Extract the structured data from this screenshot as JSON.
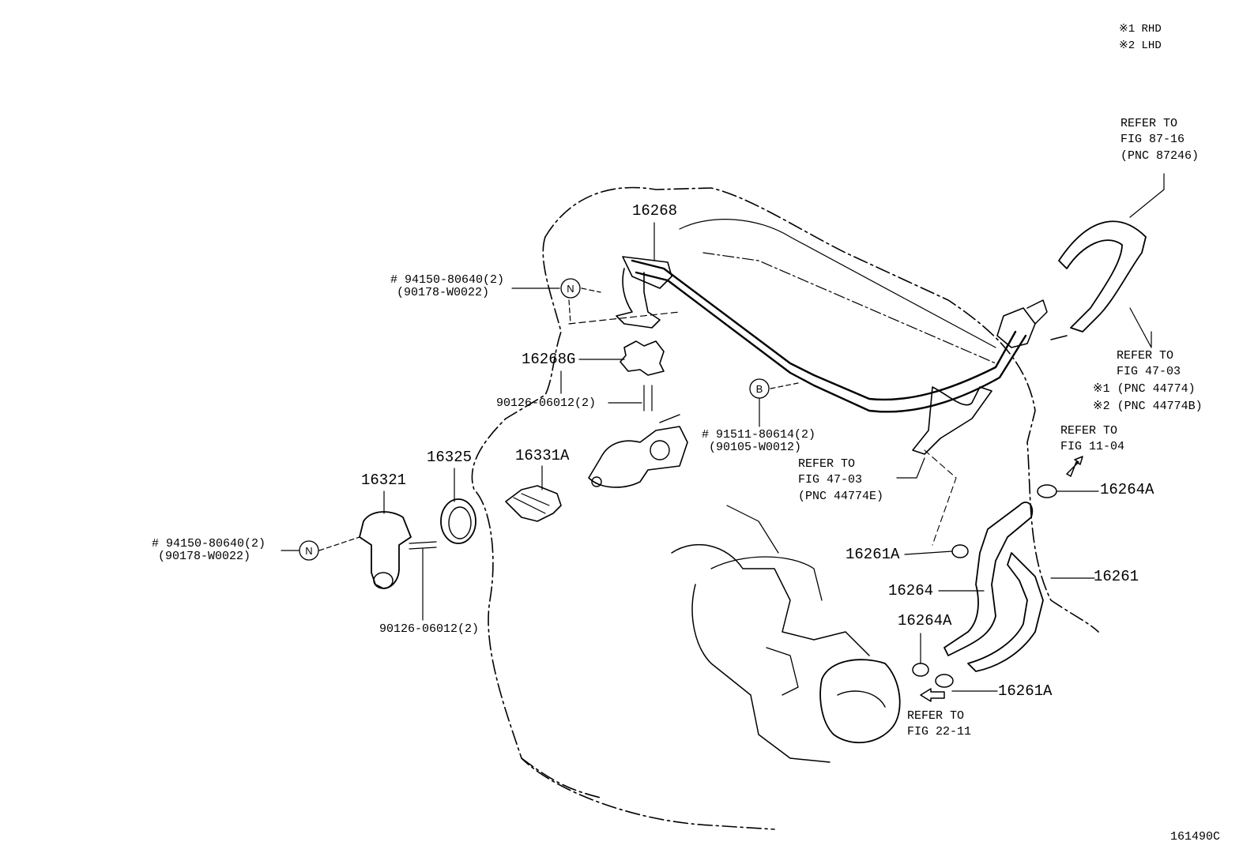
{
  "legend": {
    "rhd": "※1 RHD",
    "lhd": "※2 LHD"
  },
  "labels": {
    "p16268": "16268",
    "p16268g": "16268G",
    "p16321": "16321",
    "p16325": "16325",
    "p16331a": "16331A",
    "p16264a_top": "16264A",
    "p16261a_mid": "16261A",
    "p16264": "16264",
    "p16261": "16261",
    "p16264a_low": "16264A",
    "p16261a_low": "16261A",
    "bolt_top_line1": "# 94150-80640(2)",
    "bolt_top_line2": "(90178-W0022)",
    "stud_top": "90126-06012(2)",
    "bolt_mid_line1": "# 91511-80614(2)",
    "bolt_mid_line2": "(90105-W0012)",
    "bolt_left_line1": "# 94150-80640(2)",
    "bolt_left_line2": "(90178-W0022)",
    "stud_low": "90126-06012(2)"
  },
  "refs": {
    "r87_line1": "REFER TO",
    "r87_line2": "FIG 87-16",
    "r87_line3": "(PNC 87246)",
    "r47a_line1": "REFER TO",
    "r47a_line2": "FIG 47-03",
    "r47a_line3": "※1 (PNC 44774)",
    "r47a_line4": "※2 (PNC 44774B)",
    "r11_line1": "REFER TO",
    "r11_line2": "FIG 11-04",
    "r47b_line1": "REFER TO",
    "r47b_line2": "FIG 47-03",
    "r47b_line3": "(PNC 44774E)",
    "r22_line1": "REFER TO",
    "r22_line2": "FIG 22-11"
  },
  "callouts": {
    "n_top": "N",
    "n_left": "N",
    "b_mid": "B"
  },
  "figure_id": "161490C"
}
